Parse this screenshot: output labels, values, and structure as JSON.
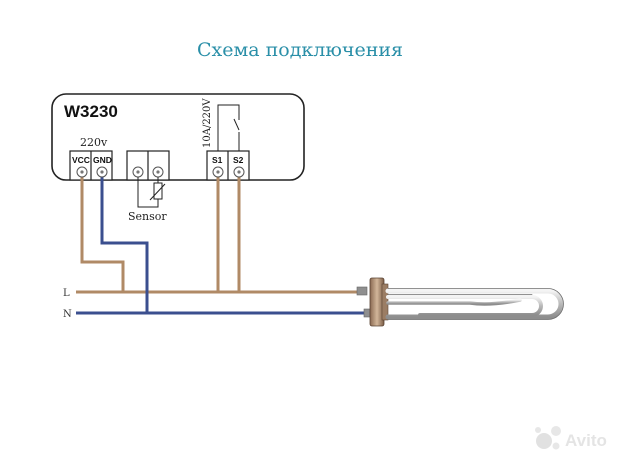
{
  "title": "Схема подключения",
  "device": {
    "model": "W3230",
    "voltage_label": "220v",
    "relay_rating": "10A/220V",
    "terminals": {
      "vcc": "VCC",
      "gnd": "GND",
      "s1": "S1",
      "s2": "S2"
    },
    "sensor_label": "Sensor"
  },
  "lines": {
    "live": "L",
    "neutral": "N"
  },
  "colors": {
    "title": "#2a8fa8",
    "live_wire": "#b08a66",
    "neutral_wire": "#3b4f8f",
    "outline": "#222222"
  },
  "watermark": "Avito"
}
